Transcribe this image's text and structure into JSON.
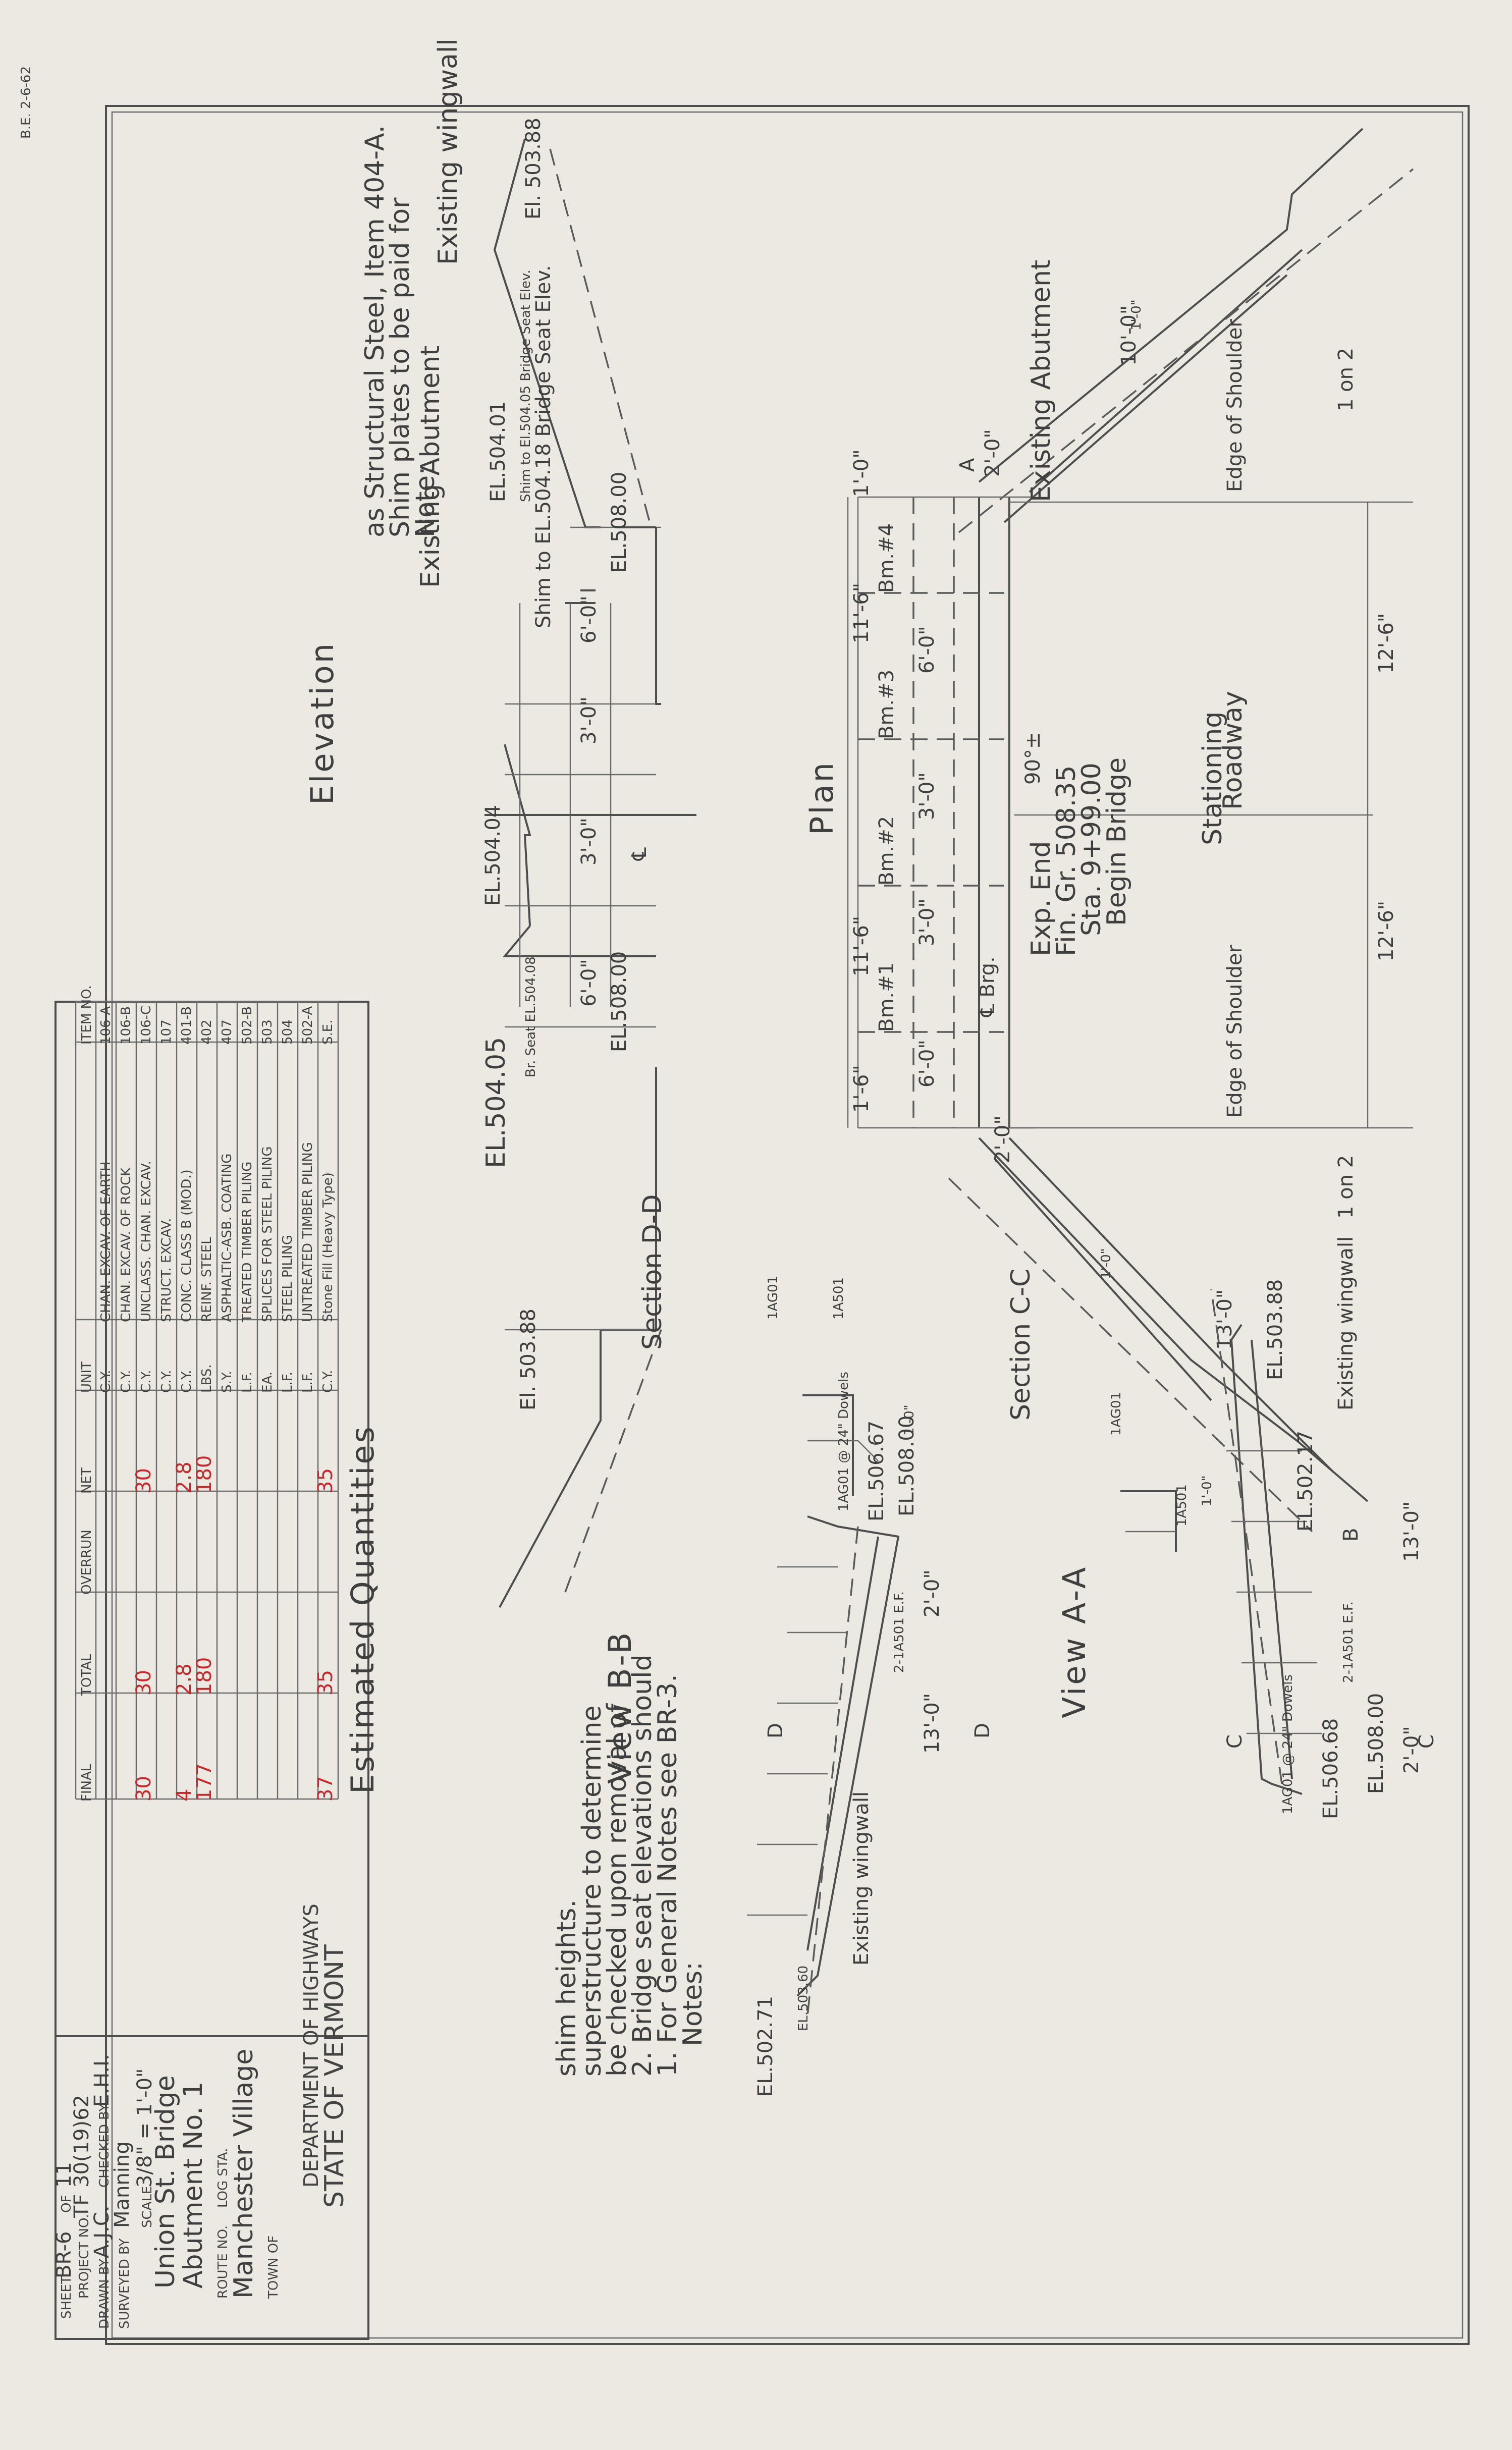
{
  "sheet": {
    "paper_color": "#ece9e3",
    "ink_color": "#4a4a4a",
    "note_color": "#c8282c"
  },
  "margin_stamp": "B.E. 2-6-62",
  "elevation": {
    "title": "Elevation",
    "labels": {
      "el_left_top": "El. 503.88",
      "existing_wingwall": "Existing wingwall",
      "el_508_left": "EL.508.00",
      "el_504_01": "EL.504.01",
      "shim_small": "Shim to El.504.05 Bridge Seat Elev.",
      "shim_big": "Shim to EL.504.18 Bridge Seat Elev.",
      "existing_abutment": "Existing Abutment",
      "el_504_04": "EL.504.04",
      "el_508_right": "EL.508.00",
      "br_seat": "Br. Seat EL.504.08",
      "el_504_05": "EL.504.05",
      "el_right_bottom": "El. 503.88",
      "centerline": "℄",
      "note_head": "Note:",
      "note_l1": "Shim plates to be paid for",
      "note_l2": "as Structural Steel, Item 404-A."
    },
    "dims": [
      "6'-0\"",
      "3'-0\"",
      "3'-0\"",
      "6'-0\""
    ]
  },
  "plan": {
    "title": "Plan",
    "labels": {
      "edge_shoulder_top": "Edge of Shoulder",
      "edge_shoulder_bottom": "Edge of Shoulder",
      "one_on_two_top": "1 on 2",
      "one_on_two_bottom": "1 on 2",
      "roadway": "Roadway",
      "stationing": "Stationing",
      "existing_abutment": "Existing Abutment",
      "brg": "℄ Brg.",
      "angle": "90°±",
      "begin_bridge": "Begin Bridge",
      "sta": "Sta. 9+99.00",
      "fin_gr": "Fin. Gr. 508.35",
      "exp_end": "Exp. End",
      "view_a": "A",
      "view_b": "B",
      "bm4": "Bm.#4",
      "bm3": "Bm.#3",
      "bm2": "Bm.#2",
      "bm1": "Bm.#1"
    },
    "dims": {
      "left_top": "1'-0\"",
      "left_mid1": "11'-6\"",
      "left_mid2": "11'-6\"",
      "left_bottom": "1'-6\"",
      "beams": [
        "6'-0\"",
        "3'-0\"",
        "3'-0\"",
        "6'-0\""
      ],
      "right_top": "12'-6\"",
      "right_bottom": "12'-6\"",
      "wing_top_len": "10'-0\"",
      "wing_top_w1": "2'-0\"",
      "wing_top_w2": "1'-0\"",
      "wing_bot_len": "13'-0\"",
      "wing_bot_w1": "2'-0\"",
      "wing_bot_w2": "1'-0\""
    }
  },
  "sections": {
    "d_title": "Section D-D",
    "c_title": "Section C-C",
    "d_bars": [
      "1AG01",
      "1A501"
    ],
    "c_bars": [
      "1AG01",
      "1A501"
    ],
    "d_dim": "1'-0\"",
    "c_dim": "1'-0\""
  },
  "view_bb": {
    "title": "View B-B",
    "labels": {
      "el_508": "EL.508.00",
      "el_506": "EL.506.67",
      "dowels": "1AG01 @ 24\" Dowels",
      "bars": "2-1A501 E.F.",
      "existing": "Existing wingwall",
      "el_503": "EL.503.60",
      "el_502": "EL.502.71",
      "marker": "D"
    },
    "dims": [
      "2'-0\"",
      "13'-0\""
    ]
  },
  "view_aa": {
    "title": "View A-A",
    "labels": {
      "el_502_17": "EL.502.17",
      "el_503": "EL.503.88",
      "existing": "Existing wingwall",
      "bars": "2-1A501 E.F.",
      "el_508": "EL.508.00",
      "el_506": "EL.506.68",
      "dowels": "1AG01 @ 24\" Dowels",
      "marker": "C"
    },
    "dims": [
      "13'-0\"",
      "2'-0\""
    ]
  },
  "notes": {
    "head": "Notes:",
    "n1": "1. For General Notes see BR-3.",
    "n2a": "2. Bridge seat elevations should",
    "n2b": "be checked upon removal of",
    "n2c": "superstructure to determine",
    "n2d": "shim heights."
  },
  "quantities": {
    "title": "Estimated Quantities",
    "headers": [
      "ITEM NO.",
      "",
      "UNIT",
      "NET",
      "OVERRUN",
      "TOTAL",
      "FINAL"
    ],
    "rows": [
      [
        "106-A",
        "CHAN. EXCAV. OF EARTH",
        "C.Y.",
        "",
        "",
        "",
        ""
      ],
      [
        "106-B",
        "CHAN. EXCAV. OF ROCK",
        "C.Y.",
        "",
        "",
        "",
        ""
      ],
      [
        "106-C",
        "UNCLASS. CHAN. EXCAV.",
        "C.Y.",
        "30",
        "",
        "30",
        "30"
      ],
      [
        "107",
        "STRUCT. EXCAV.",
        "C.Y.",
        "",
        "",
        "",
        ""
      ],
      [
        "401-B",
        "CONC. CLASS B (MOD.)",
        "C.Y.",
        "2.8",
        "",
        "2.8",
        "4"
      ],
      [
        "402",
        "REINF. STEEL",
        "LBS.",
        "180",
        "",
        "180",
        "177"
      ],
      [
        "407",
        "ASPHALTIC-ASB. COATING",
        "S.Y.",
        "",
        "",
        "",
        ""
      ],
      [
        "502-B",
        "TREATED TIMBER PILING",
        "L.F.",
        "",
        "",
        "",
        ""
      ],
      [
        "503",
        "SPLICES FOR STEEL PILING",
        "EA.",
        "",
        "",
        "",
        ""
      ],
      [
        "504",
        "STEEL PILING",
        "L.F.",
        "",
        "",
        "",
        ""
      ],
      [
        "502-A",
        "UNTREATED TIMBER PILING",
        "L.F.",
        "",
        "",
        "",
        ""
      ],
      [
        "S.E.",
        "Stone Fill (Heavy Type)",
        "C.Y.",
        "35",
        "",
        "35",
        "37"
      ]
    ]
  },
  "title_block": {
    "state": "STATE OF VERMONT",
    "dept": "DEPARTMENT OF HIGHWAYS",
    "town_label": "TOWN OF",
    "town": "Manchester Village",
    "route_label": "ROUTE NO.",
    "log_label": "LOG STA.",
    "line1": "Abutment No. 1",
    "line2": "Union St. Bridge",
    "scale_label": "SCALE",
    "scale": "3/8\" = 1'-0\"",
    "surveyed_label": "SURVEYED BY",
    "surveyed": "Manning",
    "drawn_label": "DRAWN BY",
    "drawn": "A.J.C.",
    "checked_label": "CHECKED BY",
    "checked": "E.H.I.",
    "project_label": "PROJECT NO.",
    "project": "TF 30(19)62",
    "sheet_label": "SHEET",
    "sheet": "BR-6",
    "of_label": "OF",
    "of": "11"
  }
}
